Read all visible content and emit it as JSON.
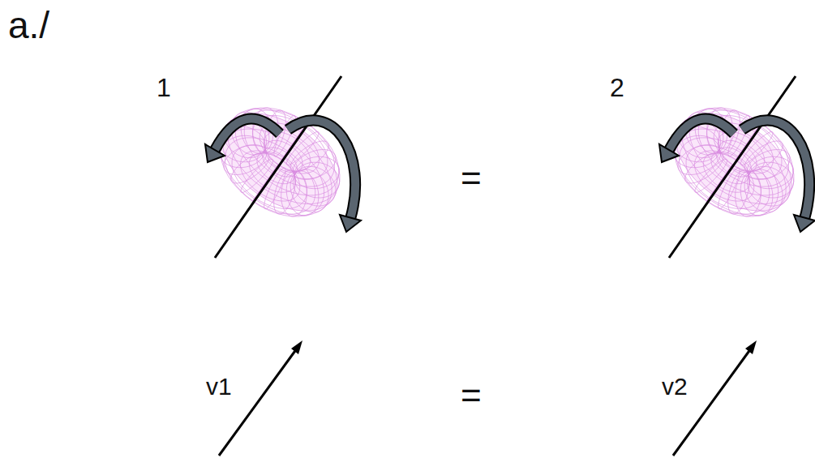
{
  "diagram": {
    "labels": [
      "a./",
      "1",
      "=",
      "2",
      "v1",
      "=",
      "v2"
    ]
  }
}
